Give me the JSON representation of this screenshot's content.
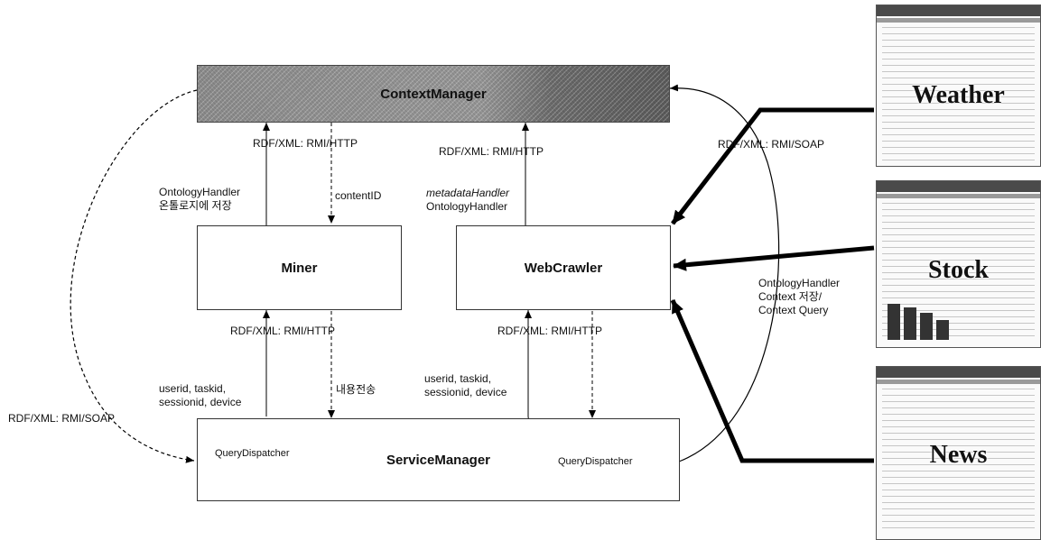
{
  "boxes": {
    "context_manager": "ContextManager",
    "miner": "Miner",
    "web_crawler": "WebCrawler",
    "service_manager": "ServiceManager"
  },
  "query_dispatchers": {
    "left": "QueryDispatcher",
    "right": "QueryDispatcher"
  },
  "labels": {
    "ctx_miner_protocol": "RDF/XML: RMI/HTTP",
    "ctx_crawler_protocol": "RDF/XML: RMI/HTTP",
    "ctx_sources_protocol": "RDF/XML: RMI/SOAP",
    "ontology_handler_store_1": "OntologyHandler",
    "ontology_handler_store_2": "온톨로지에 저장",
    "content_id": "contentID",
    "metadata_handler_1": "metadataHandler",
    "metadata_handler_2": "OntologyHandler",
    "context_store_1": "OntologyHandler",
    "context_store_2": "Context 저장/",
    "context_store_3": "Context Query",
    "miner_service_protocol": "RDF/XML: RMI/HTTP",
    "crawler_service_protocol": "RDF/XML: RMI/HTTP",
    "miner_params_1": "userid, taskid,",
    "miner_params_2": "sessionid, device",
    "content_transfer": "내용전송",
    "crawler_params_1": "userid, taskid,",
    "crawler_params_2": "sessionid, device",
    "left_protocol": "RDF/XML: RMI/SOAP"
  },
  "sources": {
    "weather": "Weather",
    "stock": "Stock",
    "news": "News"
  }
}
